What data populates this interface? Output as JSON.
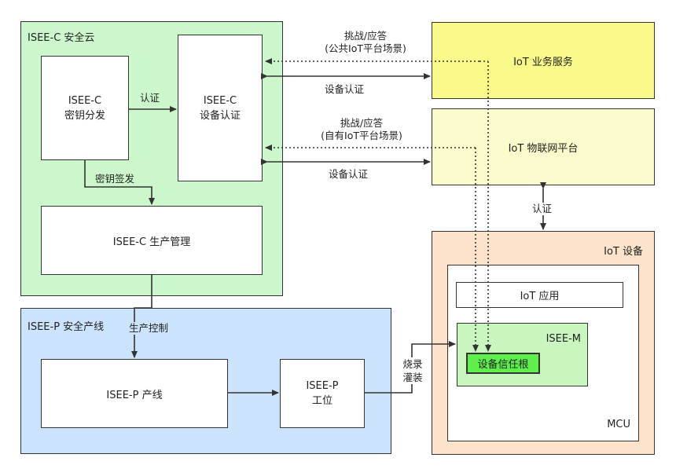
{
  "isee_c": {
    "title": "ISEE-C 安全云",
    "key_dist": [
      "ISEE-C",
      "密钥分发"
    ],
    "device_auth": [
      "ISEE-C",
      "设备认证"
    ],
    "prod_mgmt": "ISEE-C 生产管理"
  },
  "isee_p": {
    "title": "ISEE-P 安全产线",
    "line": "ISEE-P 产线",
    "station": [
      "ISEE-P",
      "工位"
    ]
  },
  "iot_service": {
    "title": "IoT 业务服务"
  },
  "iot_platform": {
    "title": "IoT 物联网平台"
  },
  "iot_device": {
    "title": "IoT 设备",
    "mcu": "MCU",
    "app": "IoT 应用",
    "isee_m": "ISEE-M",
    "trust_root": "设备信任根"
  },
  "labels": {
    "auth_internal": "认证",
    "key_sign": "密钥签发",
    "challenge_public": [
      "挑战/应答",
      "(公共IoT平台场景)"
    ],
    "device_auth_1": "设备认证",
    "challenge_private": [
      "挑战/应答",
      "(自有IoT平台场景)"
    ],
    "device_auth_2": "设备认证",
    "auth_platform": "认证",
    "prod_control": "生产控制",
    "burn": [
      "烧录",
      "灌装"
    ]
  },
  "colors": {
    "isee_c_bg": "#ccf7cc",
    "isee_p_bg": "#cce4fb",
    "iot_service_bg": "#fafa8a",
    "iot_platform_bg": "#fbfbcc",
    "iot_device_bg": "#fde3cb",
    "isee_m_bg": "#c9f6bf",
    "trust_root_bg": "#5ef04a"
  }
}
